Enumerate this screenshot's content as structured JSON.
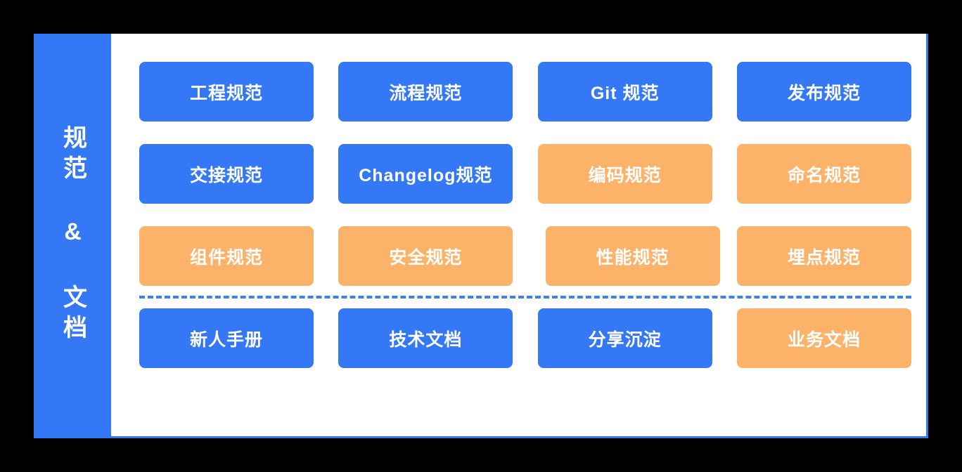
{
  "panel": {
    "sidebar": {
      "label": "规范 & 文档"
    },
    "colors": {
      "blue": "#3478F6",
      "orange": "#FCB269",
      "panel_background": "#FFFFFF",
      "page_background": "#000000",
      "divider": "#3D7FF4"
    },
    "rows": [
      {
        "id": "row-specs-1",
        "cards": [
          {
            "label": "工程规范",
            "color": "blue"
          },
          {
            "label": "流程规范",
            "color": "blue"
          },
          {
            "label": "Git 规范",
            "color": "blue"
          },
          {
            "label": "发布规范",
            "color": "blue"
          }
        ]
      },
      {
        "id": "row-specs-2",
        "cards": [
          {
            "label": "交接规范",
            "color": "blue"
          },
          {
            "label": "Changelog规范",
            "color": "blue"
          },
          {
            "label": "编码规范",
            "color": "orange"
          },
          {
            "label": "命名规范",
            "color": "orange"
          }
        ]
      },
      {
        "id": "row-specs-3",
        "cards": [
          {
            "label": "组件规范",
            "color": "orange"
          },
          {
            "label": "安全规范",
            "color": "orange"
          },
          {
            "label": "性能规范",
            "color": "orange"
          },
          {
            "label": "埋点规范",
            "color": "orange"
          }
        ]
      },
      {
        "id": "row-docs-1",
        "cards": [
          {
            "label": "新人手册",
            "color": "blue"
          },
          {
            "label": "技术文档",
            "color": "blue"
          },
          {
            "label": "分享沉淀",
            "color": "blue"
          },
          {
            "label": "业务文档",
            "color": "orange"
          }
        ]
      }
    ]
  }
}
